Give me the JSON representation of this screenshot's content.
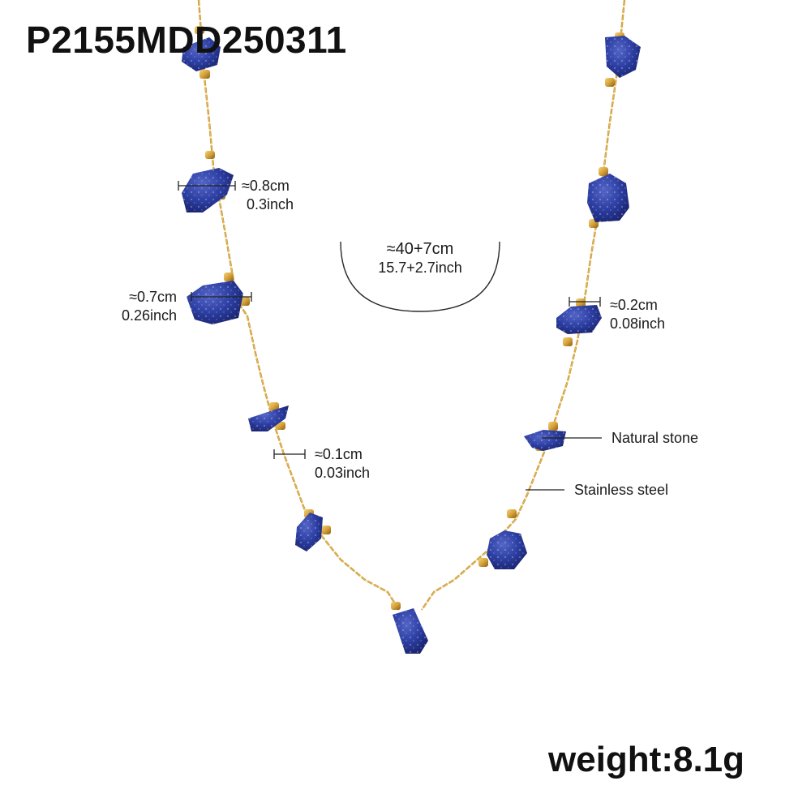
{
  "product": {
    "code": "P2155MDD250311",
    "weight": "weight:8.1g"
  },
  "length": {
    "primary": "≈40+7cm",
    "secondary": "15.7+2.7inch"
  },
  "dimensions": [
    {
      "id": "stone-width-left-upper",
      "cm": "≈0.8cm",
      "inch": "0.3inch"
    },
    {
      "id": "stone-width-left-middle",
      "cm": "≈0.7cm",
      "inch": "0.26inch"
    },
    {
      "id": "chain-width",
      "cm": "≈0.1cm",
      "inch": "0.03inch"
    },
    {
      "id": "bead-width",
      "cm": "≈0.2cm",
      "inch": "0.08inch"
    }
  ],
  "callouts": {
    "stone": "Natural stone",
    "chain": "Stainless steel"
  },
  "colors": {
    "stone": "#2d3fa3",
    "stone_dark": "#1e2c82",
    "gold": "#d6a23a",
    "gold_dark": "#9c6d14"
  }
}
